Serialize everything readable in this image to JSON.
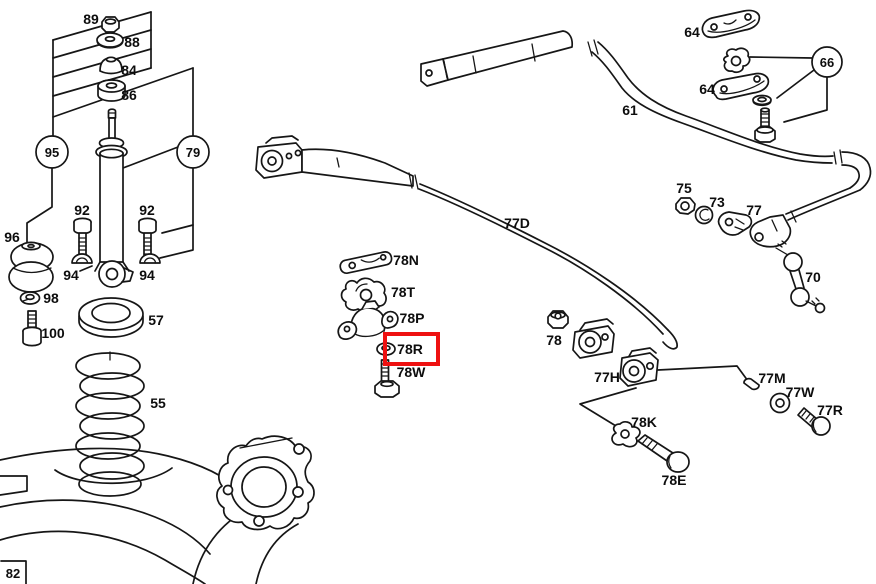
{
  "diagram": {
    "kind": "suspension-parts-exploded-diagram",
    "colors": {
      "line": "#161616",
      "background": "#ffffff",
      "highlight": "#ee1111"
    },
    "highlight": {
      "part": "78R",
      "color": "#ee1111"
    },
    "page_box": {
      "label": "82"
    },
    "callouts": {
      "c95": "95",
      "c79": "79",
      "c66": "66"
    },
    "parts": {
      "p89": "89",
      "p88": "88",
      "p84": "84",
      "p86": "86",
      "p92_left": "92",
      "p92_right": "92",
      "p94_left": "94",
      "p94_right": "94",
      "p96": "96",
      "p98": "98",
      "p100": "100",
      "p57": "57",
      "p55": "55",
      "p78N": "78N",
      "p78T": "78T",
      "p78P": "78P",
      "p78R": "78R",
      "p78W": "78W",
      "p77D": "77D",
      "p61": "61",
      "p64_top": "64",
      "p64_bottom": "64",
      "p75": "75",
      "p73": "73",
      "p77": "77",
      "p70": "70",
      "p78": "78",
      "p77H": "77H",
      "p77M": "77M",
      "p77W": "77W",
      "p77R": "77R",
      "p78K": "78K",
      "p78E": "78E"
    }
  }
}
